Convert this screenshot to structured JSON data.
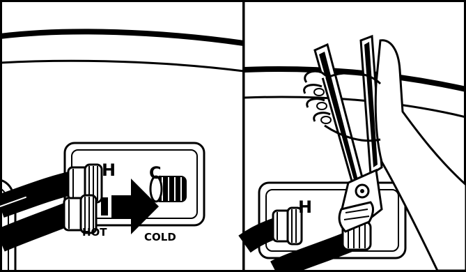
{
  "colors": {
    "ink": "#000000",
    "paper": "#ffffff"
  },
  "panels": [
    {
      "name": "before",
      "labels": {
        "hot_letter": "H",
        "cold_letter": "C",
        "hot_word": "HOT",
        "cold_word": "COLD"
      }
    },
    {
      "name": "after",
      "labels": {
        "hot_letter": "H"
      }
    }
  ],
  "icons": [
    "hose-icon",
    "arrow-right-icon",
    "pliers-icon",
    "hand-icon",
    "water-inlet-icon"
  ]
}
